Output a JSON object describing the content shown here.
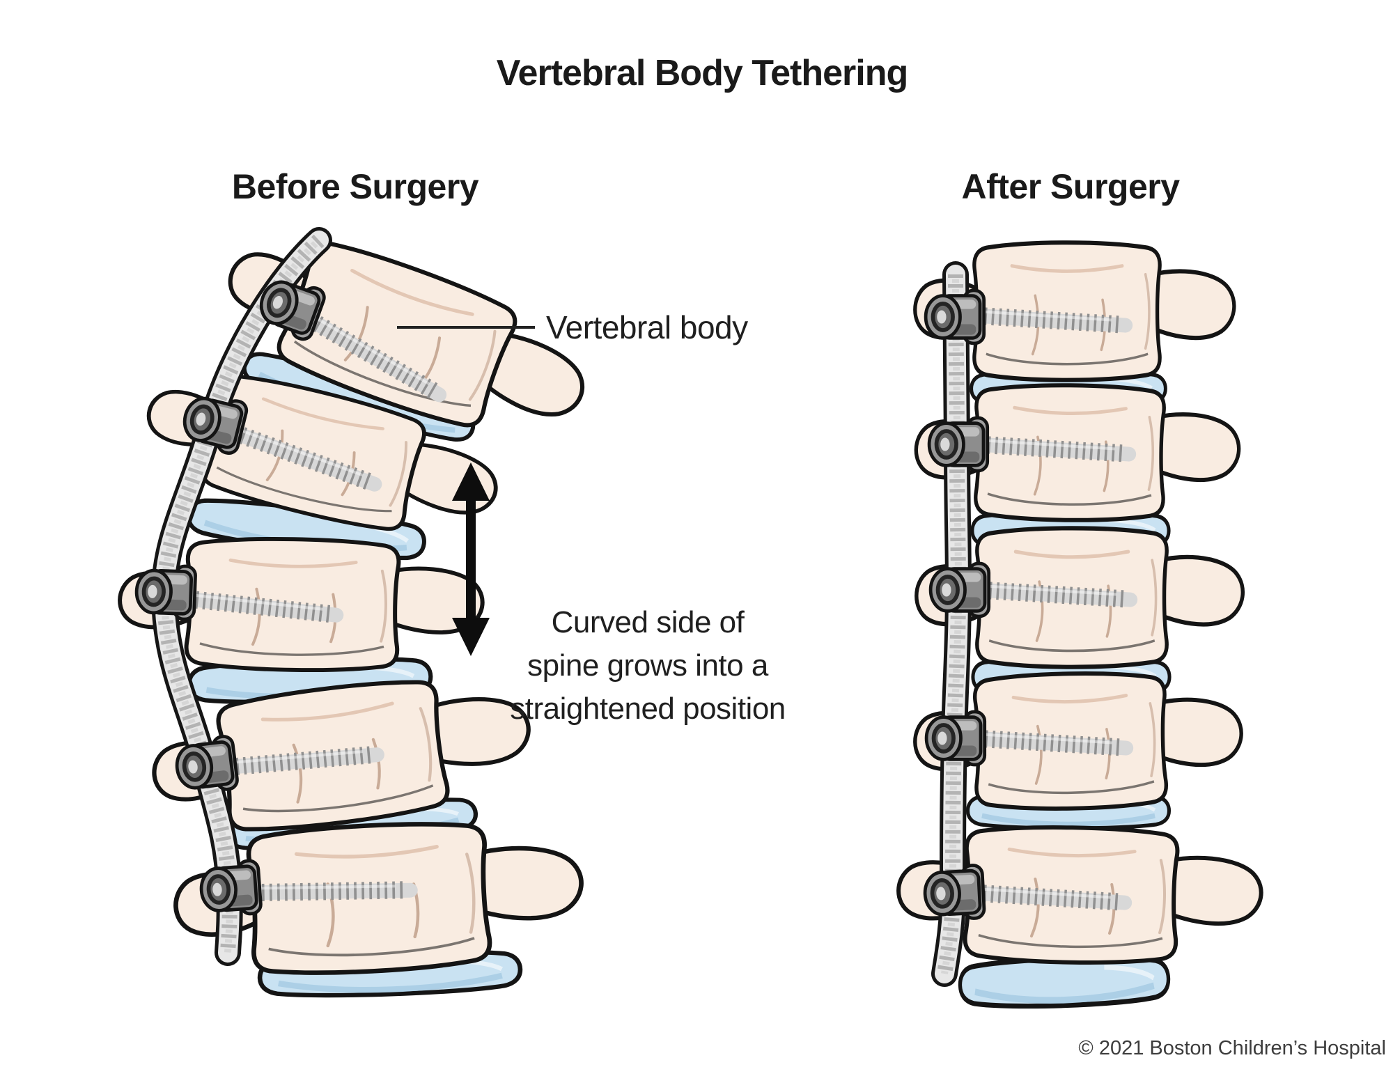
{
  "title": "Vertebral Body Tethering",
  "panels": {
    "before": {
      "heading": "Before Surgery"
    },
    "after": {
      "heading": "After Surgery"
    }
  },
  "annotations": {
    "vertebral_body_label": "Vertebral body",
    "growth_note_lines": [
      "Curved side of",
      "spine grows into a",
      "straightened position"
    ]
  },
  "footer": {
    "copyright": "© 2021 Boston Children’s Hospital"
  },
  "illustration": {
    "before_screw_count": 5,
    "after_screw_count": 5,
    "vertebrae_per_spine": 5
  },
  "colors": {
    "background": "#ffffff",
    "bone": "#f9ece1",
    "bone_outline": "#141414",
    "disc_blue": "#c9e2f2",
    "disc_shade": "#a9cde4",
    "screw_gray": "#909090",
    "tether_gray": "#e7e7e7",
    "metal_dark": "#5e5e5e",
    "text": "#1a1a1a",
    "copyright_text": "#3d3d3d"
  }
}
